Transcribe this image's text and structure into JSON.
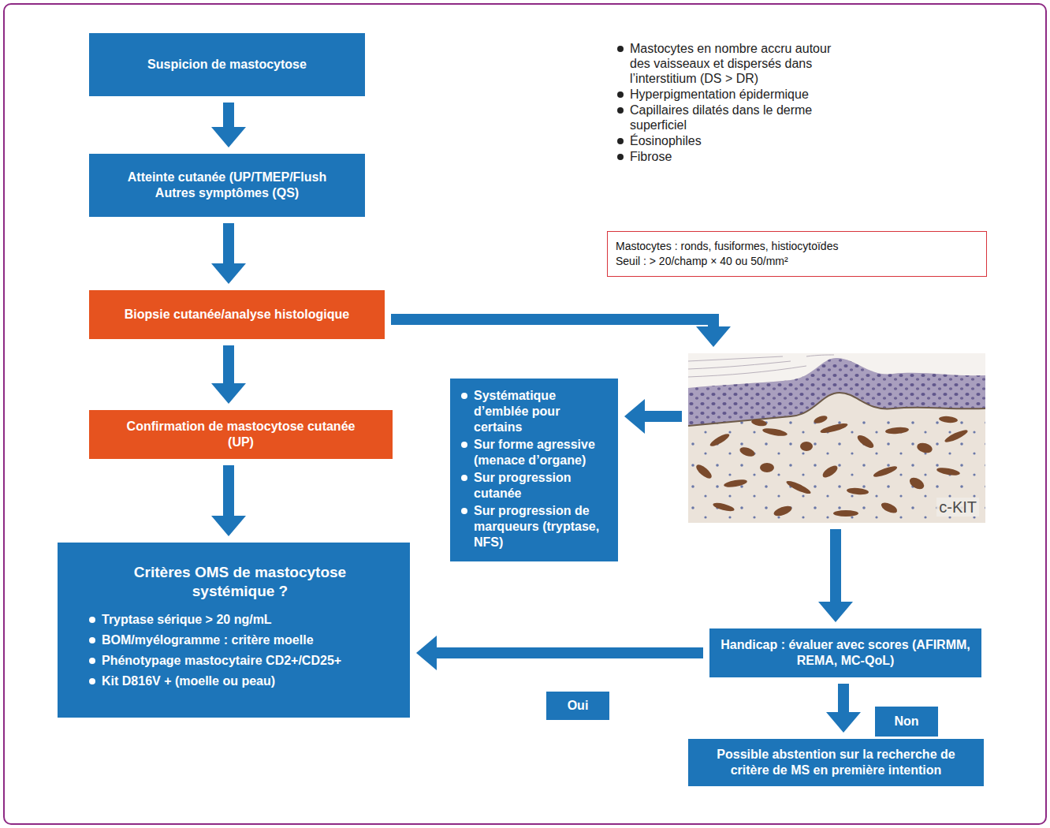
{
  "diagram": {
    "nodes": [
      {
        "text": [
          "Suspicion de mastocytose"
        ]
      },
      {
        "text": [
          "Atteinte cutanée (UP/TMEP/Flush",
          "Autres symptômes (QS)"
        ]
      },
      {
        "text": [
          "Biopsie cutanée/analyse histologique"
        ]
      },
      {
        "text": [
          "Confirmation de mastocytose cutanée (UP)"
        ]
      },
      {
        "text": [
          "Critères OMS de mastocytose systémique ?",
          "Tryptase sérique > 20 ng/mL",
          "BOM/myélogramme : critère moelle",
          "Phénotypage mastocytaire CD2+/CD25+",
          "Kit D816V + (moelle ou peau)"
        ]
      },
      {
        "text": [
          "Mastocytes : ronds, fusiformes, histiocytoïdes",
          "Seuil : > 20/champ × 40 ou 50/mm²"
        ]
      },
      {
        "text": [
          "c-KIT"
        ]
      },
      {
        "text": [
          "Systématique d’emblée pour certains",
          "Sur forme agressive (menace d’organe)",
          "Sur progression cutanée",
          "Sur progression de marqueurs (tryptase, NFS)"
        ]
      },
      {
        "text": [
          "Handicap : évaluer avec scores (AFIRMM, REMA, MC-QoL)"
        ]
      },
      {
        "text": [
          "Oui"
        ]
      },
      {
        "text": [
          "Non"
        ]
      },
      {
        "text": [
          "Possible abstention sur la recherche de critère de MS en première intention"
        ]
      }
    ],
    "edges": [
      {
        "from": 0,
        "to": 1,
        "arrow": "to"
      },
      {
        "from": 1,
        "to": 2,
        "arrow": "to"
      },
      {
        "from": 2,
        "to": 3,
        "arrow": "to"
      },
      {
        "from": 3,
        "to": 4,
        "arrow": "to"
      },
      {
        "from": 2,
        "to": 6,
        "arrow": "to"
      },
      {
        "from": 6,
        "to": 7,
        "arrow": "to"
      },
      {
        "from": 6,
        "to": 8,
        "arrow": "to"
      },
      {
        "from": 8,
        "to": 4,
        "arrow": "to"
      },
      {
        "from": 8,
        "to": 11,
        "arrow": "to"
      }
    ],
    "labels": [
      "Mastocytes en nombre accru autour des vaisseaux et dispersés dans l’interstitium (DS > DR)",
      "Hyperpigmentation épidermique",
      "Capillaires dilatés dans le derme superficiel",
      "Éosinophiles",
      "Fibrose"
    ]
  }
}
